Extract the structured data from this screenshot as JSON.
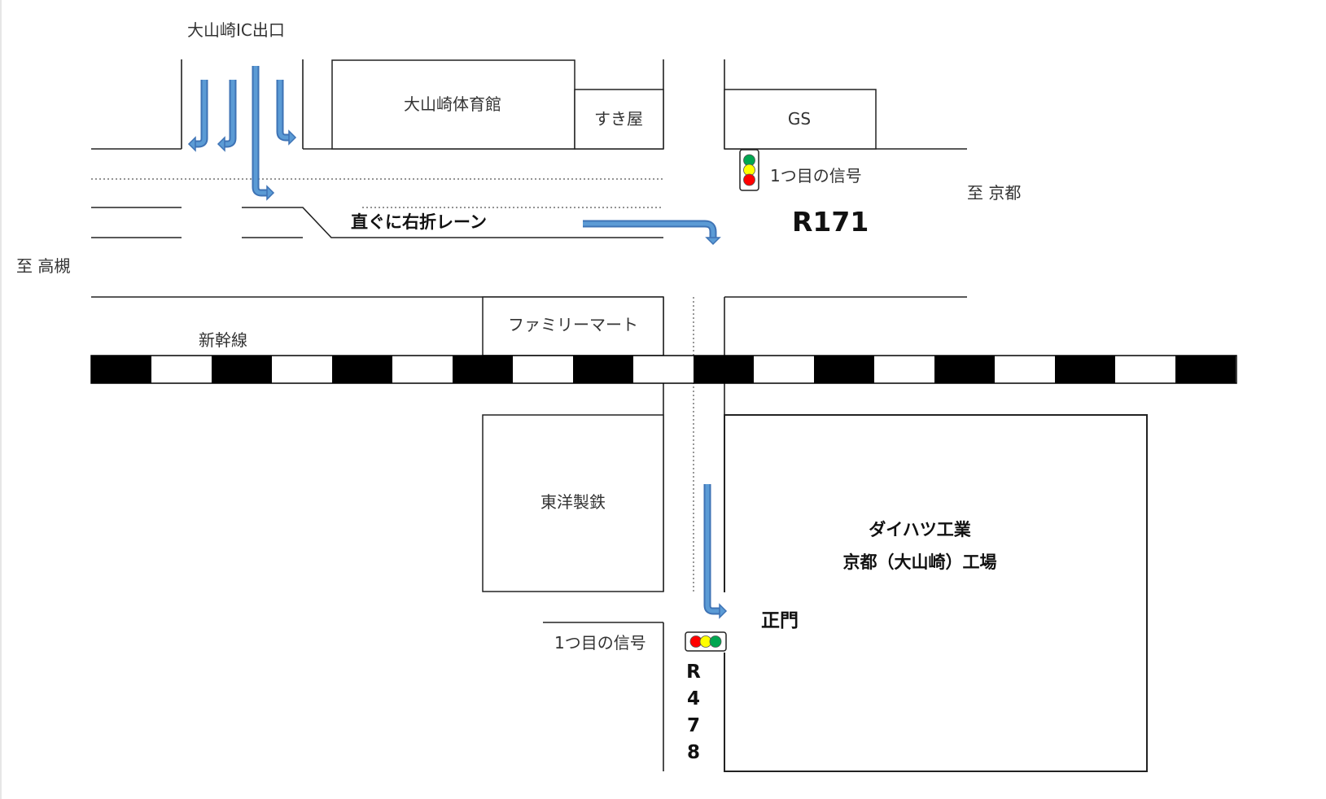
{
  "labels": {
    "ic_exit": "大山崎IC出口",
    "gym": "大山崎体育館",
    "sukiya": "すき屋",
    "gs": "GS",
    "first_signal_top": "1つ目の信号",
    "to_kyoto": "至 京都",
    "right_turn_lane": "直ぐに右折レーン",
    "r171": "R171",
    "to_takatsuki": "至 高槻",
    "shinkansen": "新幹線",
    "familymart": "ファミリーマート",
    "toyo_seitetsu": "東洋製鉄",
    "daihatsu_line1": "ダイハツ工業",
    "daihatsu_line2": "京都（大山崎）工場",
    "main_gate": "正門",
    "first_signal_bottom": "1つ目の信号",
    "r478": [
      "R",
      "4",
      "7",
      "8"
    ]
  },
  "colors": {
    "arrow": "#5b9bd5",
    "arrow_outline": "#3e73b5",
    "rail_dark": "#000000",
    "rail_light": "#ffffff",
    "signal_green": "#00a650",
    "signal_yellow": "#ffff00",
    "signal_red": "#ff0000"
  },
  "icons": {
    "traffic_signal": "traffic-signal-icon",
    "route_arrow": "route-arrow-icon"
  }
}
